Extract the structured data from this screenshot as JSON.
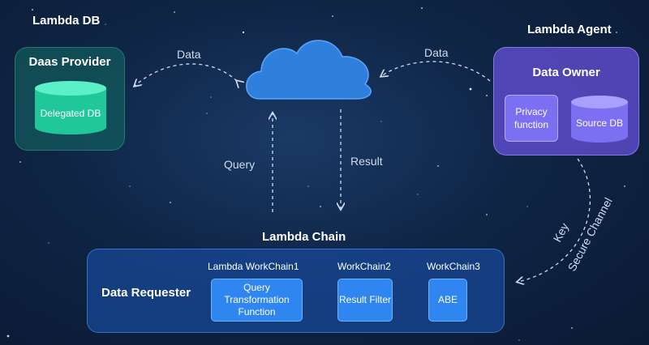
{
  "lambda_db": {
    "title": "Lambda DB",
    "provider_label": "Daas Provider",
    "db_label": "Delegated DB"
  },
  "lambda_agent": {
    "title": "Lambda Agent",
    "owner_label": "Data Owner",
    "privacy_label": "Privacy function",
    "source_db_label": "Source DB"
  },
  "edges": {
    "data_left": "Data",
    "data_right": "Data",
    "query": "Query",
    "result": "Result",
    "key": "Key",
    "secure_channel": "Secure Channel"
  },
  "lambda_chain": {
    "title": "Lambda Chain",
    "requester_label": "Data Requester",
    "workchains": [
      {
        "label": "Lambda WorkChain1",
        "box": "Query Transformation Function"
      },
      {
        "label": "WorkChain2",
        "box": "Result Filter"
      },
      {
        "label": "WorkChain3",
        "box": "ABE"
      }
    ]
  },
  "colors": {
    "background": "#0f2546",
    "teal": "#2ee6b0",
    "purple": "#5a4bc8",
    "blue": "#2f86f0",
    "cloud": "#2f7fdc"
  },
  "icons": [
    "cloud-icon",
    "database-icon"
  ]
}
